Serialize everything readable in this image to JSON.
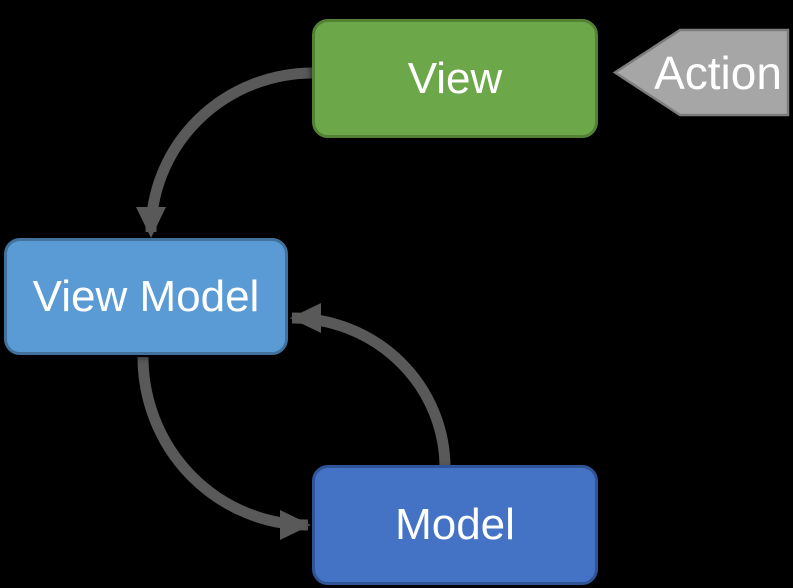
{
  "diagram": {
    "type": "flow-diagram",
    "subject": "MVVM pattern"
  },
  "background_color": "#000000",
  "text_color": "#FFFFFF",
  "arrow_color": "#595959",
  "nodes": {
    "view": {
      "label": "View",
      "fill": "#6CA74A",
      "border": "#548235"
    },
    "view_model": {
      "label": "View Model",
      "fill": "#5B9BD5",
      "border": "#41719C"
    },
    "model": {
      "label": "Model",
      "fill": "#4472C4",
      "border": "#2F5597"
    }
  },
  "action": {
    "label": "Action",
    "fill": "#A6A6A6",
    "border": "#7D7D7D",
    "shape": "left-pointing-pentagon-arrow",
    "points_to": "view"
  },
  "arrows": [
    {
      "from": "view",
      "to": "view_model",
      "style": "curved",
      "head": "down"
    },
    {
      "from": "view_model",
      "to": "model",
      "style": "curved",
      "head": "right"
    },
    {
      "from": "model",
      "to": "view_model",
      "style": "curved",
      "head": "left"
    }
  ]
}
